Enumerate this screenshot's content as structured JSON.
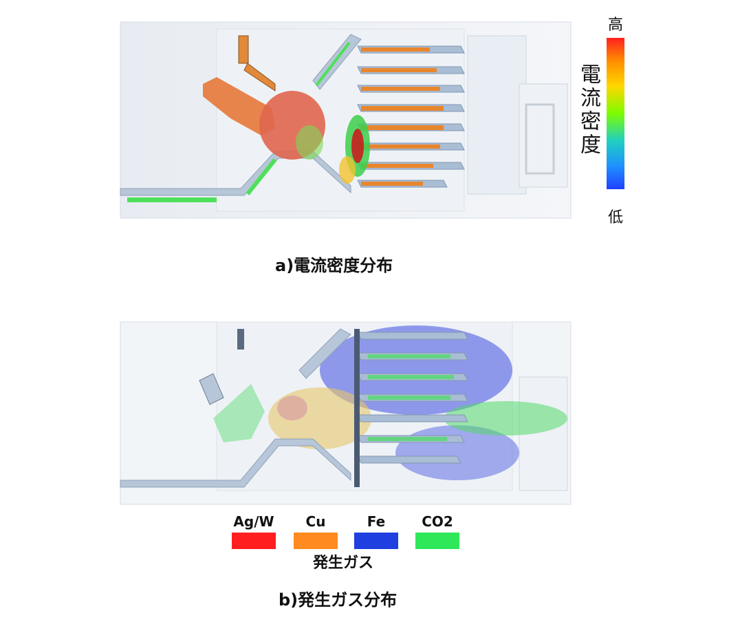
{
  "panel_a": {
    "caption": "a)電流密度分布",
    "colorbar": {
      "title": "電流密度",
      "high_label": "高",
      "low_label": "低",
      "colors": [
        "#ff2020",
        "#ff8c00",
        "#ffd700",
        "#7cfc00",
        "#20d0c0",
        "#1e90ff",
        "#2040ff"
      ]
    }
  },
  "panel_b": {
    "caption": "b)発生ガス分布",
    "legend": {
      "title": "発生ガス",
      "items": [
        {
          "label": "Ag/W",
          "color": "#ff1f1f"
        },
        {
          "label": "Cu",
          "color": "#ff8a1f"
        },
        {
          "label": "Fe",
          "color": "#1f3fe0"
        },
        {
          "label": "CO2",
          "color": "#2ee85a"
        }
      ]
    }
  }
}
